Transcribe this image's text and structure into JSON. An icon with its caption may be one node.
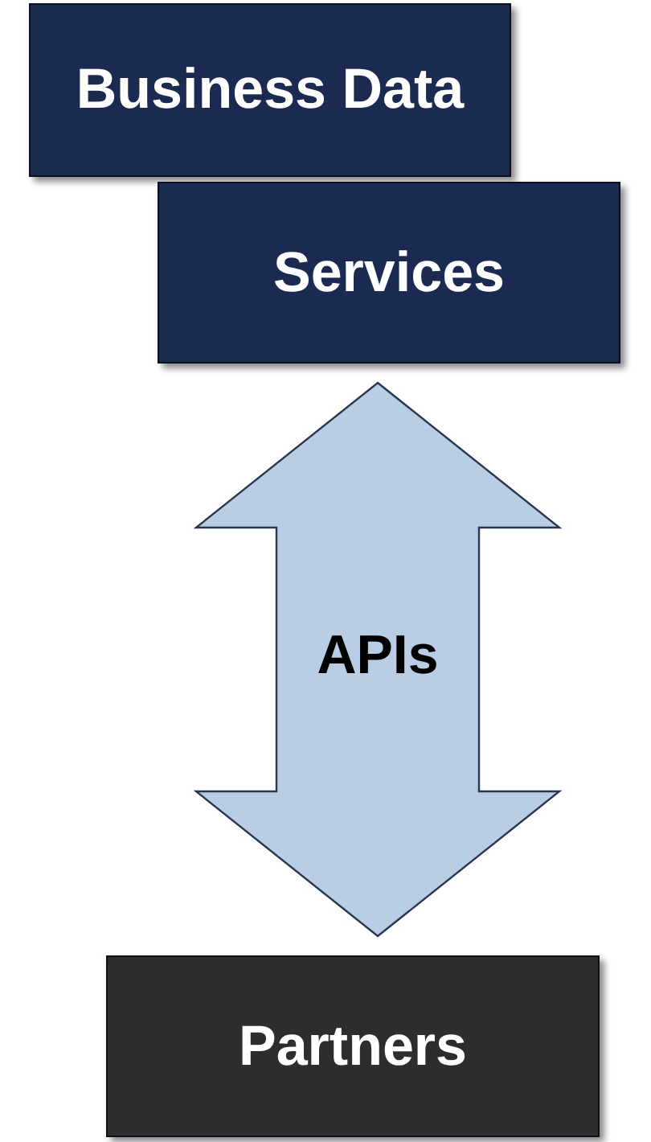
{
  "diagram": {
    "nodes": [
      {
        "text": [
          "Business Data"
        ]
      },
      {
        "text": [
          "Services"
        ]
      },
      {
        "text": [
          "Partners"
        ]
      }
    ],
    "edges": [
      {
        "from": 1,
        "to": 2,
        "arrow": "both",
        "label": "APIs",
        "style": "thick",
        "color": "#b9cde5"
      }
    ]
  }
}
